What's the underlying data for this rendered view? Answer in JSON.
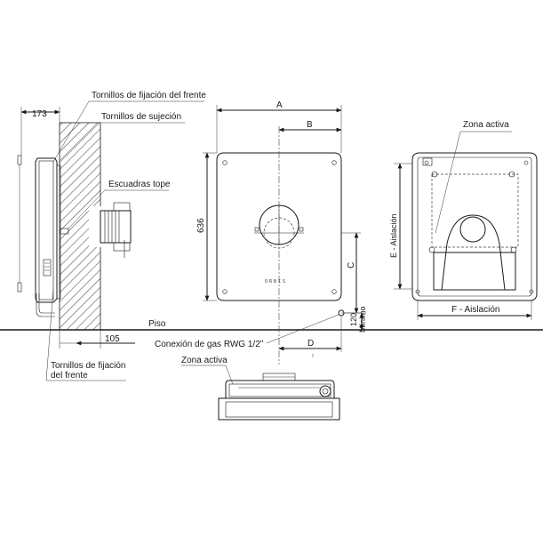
{
  "labels": {
    "front_screws_top": "Tornillos de fijación del frente",
    "clamping_screws": "Tornillos de sujeción",
    "stop_brackets": "Escuadras tope",
    "floor": "Piso",
    "gas_connection": "Conexión de gas RWG 1/2ʺ",
    "front_screws_bottom_1": "Tornillos de fijación",
    "front_screws_bottom_2": "del frente",
    "active_zone_bottom": "Zona activa",
    "active_zone_right": "Zona activa",
    "insulation_e": "E - Aislación",
    "insulation_f": "F - Aislación",
    "minimum": "Mínimo",
    "brand": "ORBIS"
  },
  "dimensions": {
    "top_depth": "173",
    "bottom_offset": "105",
    "width_a": "A",
    "half_b": "B",
    "height": "636",
    "gas_height_c": "C",
    "gas_offset_d": "D",
    "min_height": "120"
  },
  "colors": {
    "line": "#1a1a1a",
    "panel": "#f4f4f4",
    "hatch": "#555555"
  }
}
